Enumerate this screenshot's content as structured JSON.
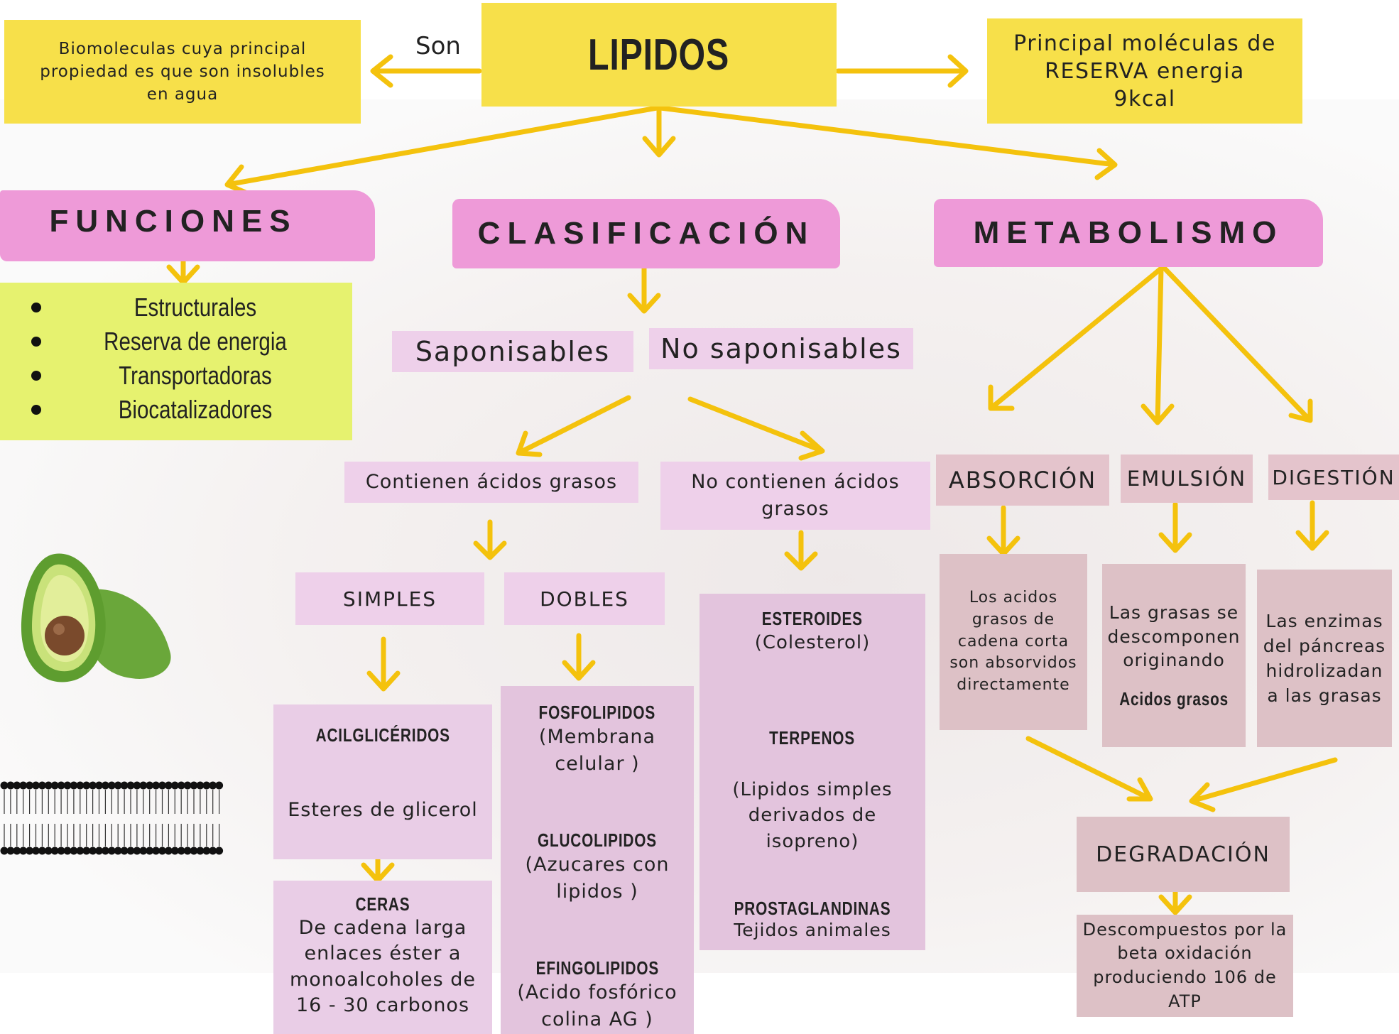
{
  "title": "LIPIDOS",
  "son_label": "Son",
  "definition": "Biomoleculas cuya principal propiedad es que son insolubles en agua",
  "reserve": {
    "line1": "Principal moléculas de",
    "line2": "RESERVA energia",
    "line3": "9kcal"
  },
  "funciones": {
    "title": "FUNCIONES",
    "items": [
      "Estructurales",
      "Reserva de energia",
      "Transportadoras",
      "Biocatalizadores"
    ]
  },
  "clasificacion": {
    "title": "CLASIFICACIÓN",
    "saponificables": "Saponisables",
    "no_saponificables": "No saponisables",
    "contienen": "Contienen ácidos grasos",
    "no_contienen": "No contienen ácidos grasos",
    "simples": "SIMPLES",
    "dobles": "DOBLES",
    "acilgliceridos": {
      "title": "ACILGLICÉRIDOS",
      "text": "Esteres de glicerol"
    },
    "ceras": {
      "title": "CERAS",
      "text": "De cadena larga enlaces éster a monoalcoholes de 16 -  30 carbonos"
    },
    "fosfolipidos": {
      "title": "FOSFOLIPIDOS",
      "text": "(Membrana celular )"
    },
    "glucolipidos": {
      "title": "GLUCOLIPIDOS",
      "text": "(Azucares con lipidos )"
    },
    "efingolipidos": {
      "title": "EFINGOLIPIDOS",
      "text": "(Acido fosfórico colina AG )"
    },
    "esteroides": {
      "title": "ESTEROIDES",
      "text": "(Colesterol)"
    },
    "terpenos": {
      "title": "TERPENOS",
      "text": "(Lipidos simples derivados de isopreno)"
    },
    "prostaglandinas": {
      "title": "PROSTAGLANDINAS",
      "text": "Tejidos animales"
    }
  },
  "metabolismo": {
    "title": "METABOLISMO",
    "absorcion": "ABSORCIÓN",
    "emulsion": "EMULSIÓN",
    "digestion": "DIGESTIÓN",
    "absorcion_text": "Los acidos grasos de cadena corta son absorvidos directamente",
    "emulsion_text": "Las grasas se descomponen originando",
    "emulsion_bold": "Acidos grasos",
    "digestion_text": "Las enzimas del páncreas hidrolizadan a las grasas",
    "degradacion": "DEGRADACIÓN",
    "degradacion_text": "Descompuestos por la beta oxidación produciendo 106 de ATP"
  },
  "colors": {
    "yellow": "#f7e04a",
    "pink": "#ee9ad8",
    "lilac": "#eed0ea",
    "lime": "#e6f26f",
    "arrow": "#f4c20d"
  }
}
